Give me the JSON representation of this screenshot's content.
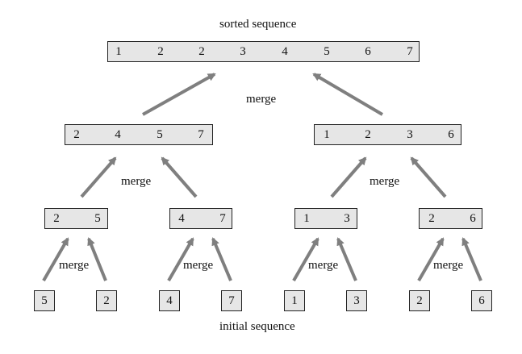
{
  "title_top": "sorted sequence",
  "title_bottom": "initial sequence",
  "merge_label": "merge",
  "arrow_color": "#7f7f7f",
  "box_fill": "#e6e6e6",
  "sorted": [
    "1",
    "2",
    "2",
    "3",
    "4",
    "5",
    "6",
    "7"
  ],
  "level2": [
    [
      "2",
      "4",
      "5",
      "7"
    ],
    [
      "1",
      "2",
      "3",
      "6"
    ]
  ],
  "level1": [
    [
      "2",
      "5"
    ],
    [
      "4",
      "7"
    ],
    [
      "1",
      "3"
    ],
    [
      "2",
      "6"
    ]
  ],
  "initial": [
    "5",
    "2",
    "4",
    "7",
    "1",
    "3",
    "2",
    "6"
  ]
}
